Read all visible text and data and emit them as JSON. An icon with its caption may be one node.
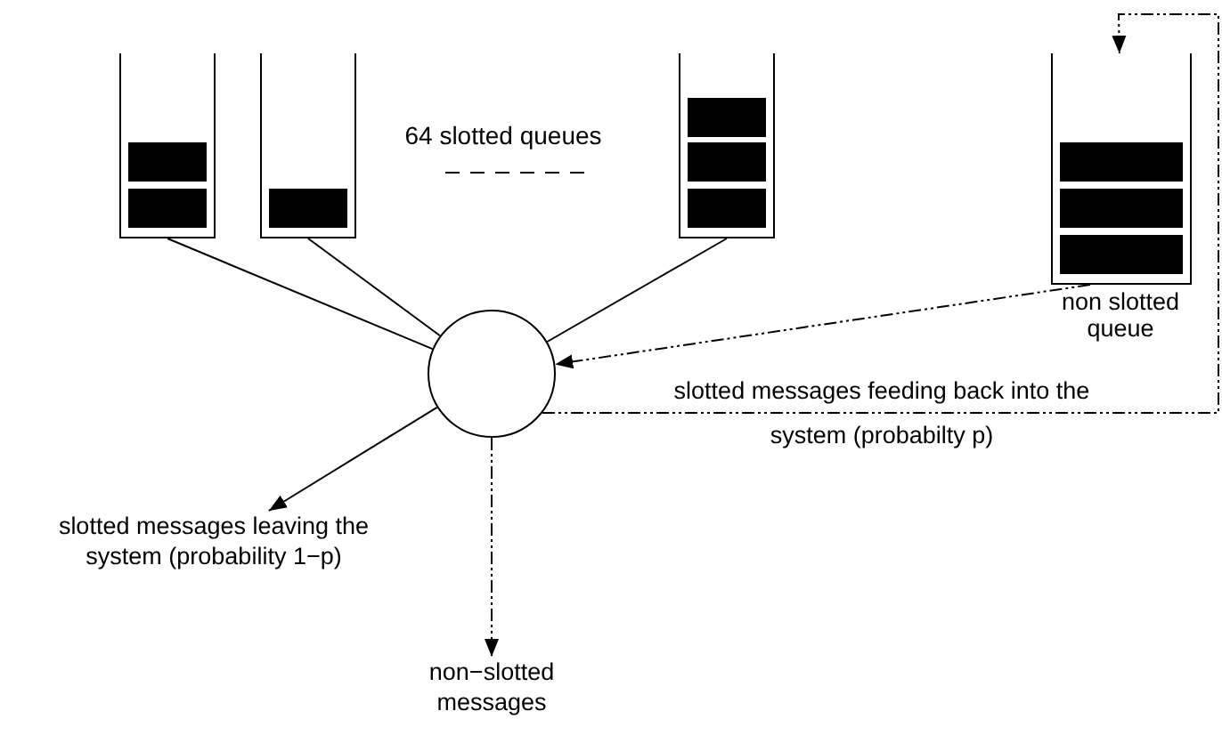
{
  "diagram": {
    "nodes": [
      {
        "text": [],
        "shape": "box"
      },
      {
        "text": [],
        "shape": "box"
      },
      {
        "text": [],
        "shape": "box"
      },
      {
        "text": [],
        "shape": "box",
        "beside": [
          "non slotted queue"
        ]
      },
      {
        "text": [],
        "shape": "circle"
      },
      {
        "text": [
          "slotted messages leaving the system (probability 1−p)"
        ]
      },
      {
        "text": [
          "non−slotted messages"
        ]
      }
    ],
    "edges": [
      {
        "from": 0,
        "to": 4,
        "arrow": "none"
      },
      {
        "from": 1,
        "to": 4,
        "arrow": "none"
      },
      {
        "from": 2,
        "to": 4,
        "arrow": "none"
      },
      {
        "from": 3,
        "to": 4,
        "arrow": "to",
        "style": "dashed"
      },
      {
        "from": 4,
        "to": 5,
        "arrow": "to"
      },
      {
        "from": 4,
        "to": 6,
        "arrow": "to",
        "style": "dashed"
      },
      {
        "from": 4,
        "to": 3,
        "arrow": "to",
        "style": "dashed",
        "label": "slotted messages feeding back into the system (probabilty p)"
      }
    ],
    "labels": [
      "64 slotted queues"
    ]
  }
}
